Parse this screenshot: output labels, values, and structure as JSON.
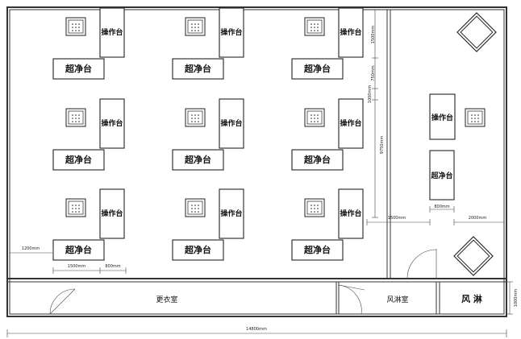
{
  "labels": {
    "clean_bench": "超净台",
    "operating_table": "操作台",
    "changing_room": "更衣室",
    "air_shower_room": "风淋室",
    "air_shower": "风 淋"
  },
  "dimensions": {
    "d1500_top": "1500mm",
    "d750": "750mm",
    "d1000": "1000mm",
    "d9750": "9750mm",
    "d1200": "1200mm",
    "d1500_left": "1500mm",
    "d800_left": "800mm",
    "d1500_mid": "1500mm",
    "d800_right": "800mm",
    "d2000": "2000mm",
    "d1000_side": "1000mm",
    "d14800": "14800mm"
  }
}
